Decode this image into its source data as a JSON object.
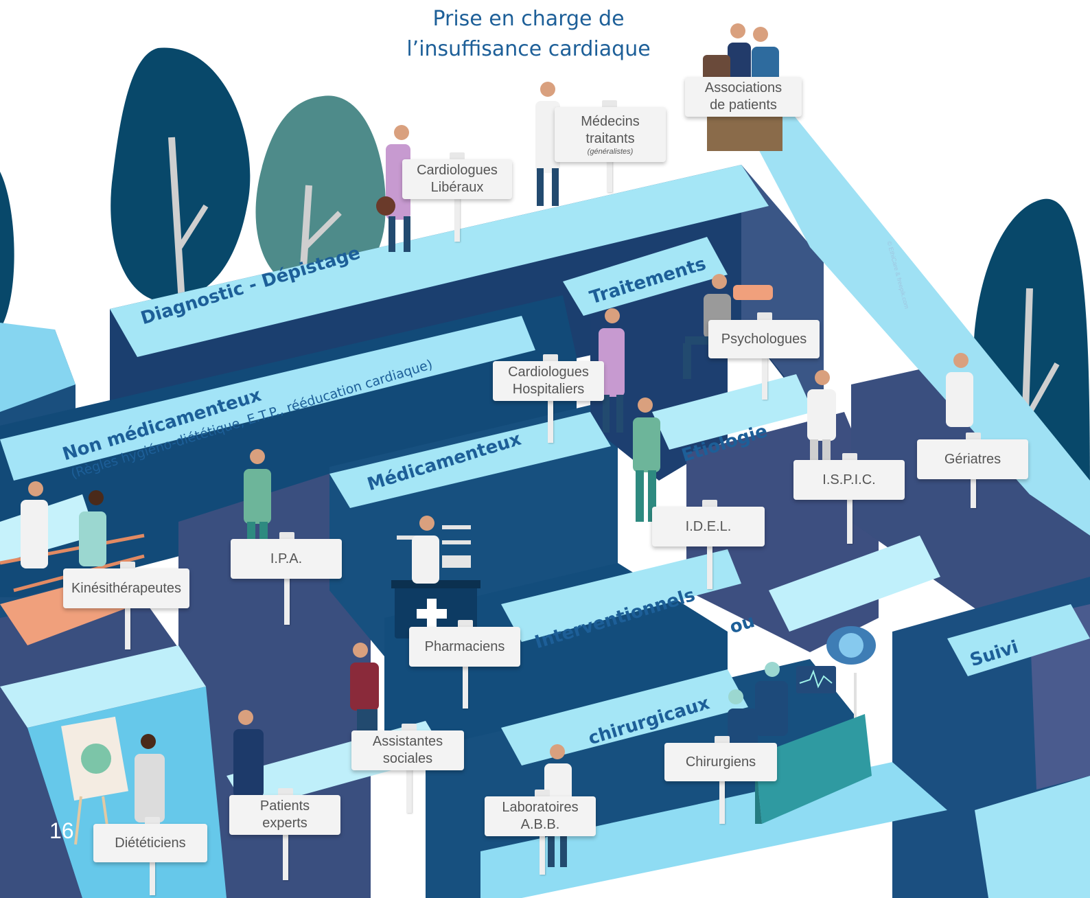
{
  "title": [
    "Prise en charge de",
    "l’insuffisance cardiaque"
  ],
  "paths": {
    "diagnostic": "Diagnostic - Dépistage",
    "non_medic": "Non médicamenteux",
    "non_medic_sub": "(Règles hygiéno-diététique, E.T.P., rééducation cardiaque)",
    "traitements": "Traitements",
    "medicamenteux": "Médicamenteux",
    "etiologie": "Etiologie",
    "interventionnels": "Interventionnels",
    "ou": "ou",
    "chirurgicaux": "chirurgicaux",
    "suivi": "Suivi"
  },
  "signs": {
    "cardio_lib": [
      "Cardiologues",
      "Libéraux"
    ],
    "medecins": [
      "Médecins",
      "traitants"
    ],
    "medecins_note": "(généralistes)",
    "associations": [
      "Associations",
      "de patients"
    ],
    "psychologues": "Psychologues",
    "cardio_hosp": [
      "Cardiologues",
      "Hospitaliers"
    ],
    "geriatres": "Gériatres",
    "ispic": "I.S.P.I.C.",
    "idel": "I.D.E.L.",
    "ipa": "I.P.A.",
    "kine": "Kinésithérapeutes",
    "pharmaciens": "Pharmaciens",
    "assistantes": [
      "Assistantes",
      "sociales"
    ],
    "chirurgiens": "Chirurgiens",
    "patients_experts": [
      "Patients",
      "experts"
    ],
    "laboratoires": [
      "Laboratoires",
      "A.B.B."
    ],
    "dieteticiens": "Diététiciens"
  },
  "page_number": "16",
  "credit": "© EthiCare & freepik.com",
  "colors": {
    "title": "#1d5f98",
    "path_light": "#a5e6f6",
    "wall_dark": "#1b3f6f"
  }
}
